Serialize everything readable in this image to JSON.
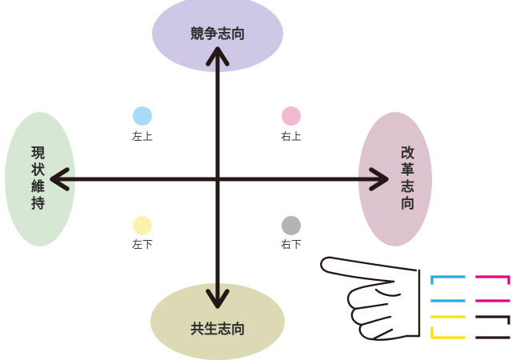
{
  "axes": {
    "top": {
      "label": "競争志向",
      "color": "#cfc7e6"
    },
    "bottom": {
      "label": "共生志向",
      "color": "#dcd9b5"
    },
    "left": {
      "label": "現状維持",
      "color": "#d6e7d3"
    },
    "right": {
      "label": "改革志向",
      "color": "#dcc3cd"
    }
  },
  "quadrants": {
    "upper_left": {
      "label": "左上",
      "color": "#a8dcf6"
    },
    "upper_right": {
      "label": "右上",
      "color": "#f4b8d2"
    },
    "lower_left": {
      "label": "左下",
      "color": "#fbf3ad"
    },
    "lower_right": {
      "label": "右下",
      "color": "#b4b4b4"
    }
  },
  "arrow_color": "#231815",
  "pointer": {
    "icon": "pointing-hand-icon",
    "brackets": [
      "#29a9e1",
      "#e4007f",
      "#ffe000",
      "#231815"
    ]
  }
}
